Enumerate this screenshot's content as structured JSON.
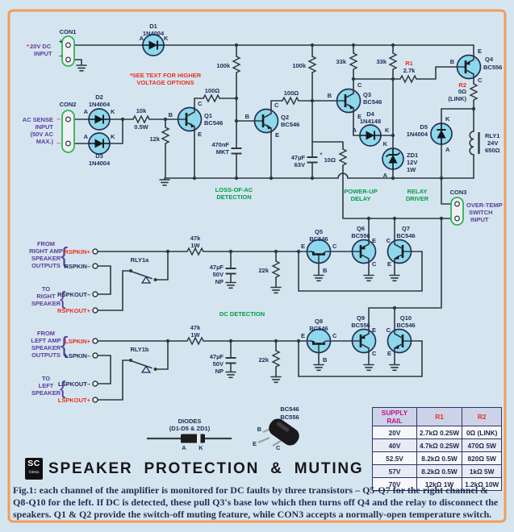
{
  "colors": {
    "background": "#d5e5f0",
    "frame_orange": "#f29d57",
    "component_cyan": "#8ed8ec",
    "wire": "#32373f",
    "label_navy": "#1b2a55",
    "label_red": "#e8311e",
    "label_green": "#009e49",
    "label_purple": "#5b3c9c",
    "label_magenta": "#e659a6",
    "table_header_magenta": "#c11289",
    "connector_green": "#2fb457"
  },
  "sch": {
    "con1": "CON1",
    "in20v_1": "20V DC",
    "in20v_2": "INPUT",
    "note_1": "*SEE TEXT FOR HIGHER",
    "note_2": "VOLTAGE OPTIONS",
    "con2": "CON2",
    "acs_1": "AC SENSE",
    "acs_2": "INPUT",
    "acs_3": "(50V AC",
    "acs_4": "MAX.)",
    "d1": "D1",
    "d2": "D2",
    "d3": "D3",
    "d4": "D4",
    "d5": "D5",
    "p1n4004": "1N4004",
    "p1n4148": "1N4148",
    "q1": "Q1",
    "q2": "Q2",
    "q3": "Q3",
    "q4": "Q4",
    "q5": "Q5",
    "q6": "Q6",
    "q7": "Q7",
    "q8": "Q8",
    "q9": "Q9",
    "q10": "Q10",
    "bc546": "BC546",
    "bc556": "BC556",
    "r10k": "10k",
    "w05": "0.5W",
    "r12k": "12k",
    "r100k": "100k",
    "r100r": "100Ω",
    "c470n": "470nF",
    "mkt": "MKT",
    "c47u": "47µF",
    "v63": "63V",
    "r10r": "10Ω",
    "r33k": "33k",
    "zd1": "ZD1",
    "v12": "12V",
    "w1": "1W",
    "r1": "R1",
    "r1v": "2.7k",
    "r2": "R2",
    "r2v": "0Ω",
    "r2v2": "(LINK)",
    "rly1": "RLY1",
    "v24": "24V",
    "r650": "650Ω",
    "sec_loss1": "LOSS-OF-AC",
    "sec_loss2": "DETECTION",
    "sec_pud1": "POWER-UP",
    "sec_pud2": "DELAY",
    "sec_rd1": "RELAY",
    "sec_rd2": "DRIVER",
    "sec_dc": "DC DETECTION",
    "con3": "CON3",
    "ot1": "OVER-TEMP",
    "ot2": "SWITCH",
    "ot3": "INPUT",
    "from": "FROM",
    "right_amp": "RIGHT AMP",
    "left_amp": "LEFT AMP",
    "speaker": "SPEAKER",
    "outputs": "OUTPUTS",
    "to": "TO",
    "right": "RIGHT",
    "left": "LEFT",
    "rspkin_p": "RSPKIN+",
    "rspkin_m": "RSPKIN–",
    "rspkout_m": "RSPKOUT–",
    "rspkout_p": "RSPKOUT+",
    "lspkin_p": "LSPKIN+",
    "lspkin_m": "LSPKIN–",
    "lspkout_m": "LSPKOUT–",
    "lspkout_p": "LSPKOUT+",
    "rly1a": "RLY1a",
    "rly1b": "RLY1b",
    "r47k": "47k",
    "v50": "50V",
    "np": "NP",
    "r22k": "22k",
    "a": "A",
    "k": "K",
    "b": "B",
    "c": "C",
    "e": "E",
    "plus": "+",
    "minus": "–",
    "tilde": "~",
    "star": "*",
    "brace": "{",
    "diodes1": "DIODES",
    "diodes2": "(D1-D5 & ZD1)"
  },
  "title_block": {
    "logo": "SC",
    "logo_sub": "©2011",
    "title": "SPEAKER PROTECTION & MUTING"
  },
  "caption": {
    "line1": "Fig.1: each channel of the amplifier is monitored for DC faults by three transistors – Q5-Q7 for the right channel &",
    "line2": "Q8-Q10 for the left. If DC is detected, these pull Q3's base low which then turns off Q4 and the relay to disconnect the",
    "line3": "speakers. Q1 & Q2 provide the switch-off muting feature, while CON3 accepts a normally-open temperature switch."
  },
  "table": {
    "headers": [
      "SUPPLY RAIL",
      "R1",
      "R2"
    ],
    "rows": [
      [
        "20V",
        "2.7kΩ 0.25W",
        "0Ω (LINK)"
      ],
      [
        "40V",
        "4.7kΩ 0.25W",
        "470Ω 5W"
      ],
      [
        "52.5V",
        "8.2kΩ 0.5W",
        "820Ω 5W"
      ],
      [
        "57V",
        "8.2kΩ 0.5W",
        "1kΩ 5W"
      ],
      [
        "70V",
        "12kΩ 1W",
        "1.2kΩ 10W"
      ]
    ]
  }
}
